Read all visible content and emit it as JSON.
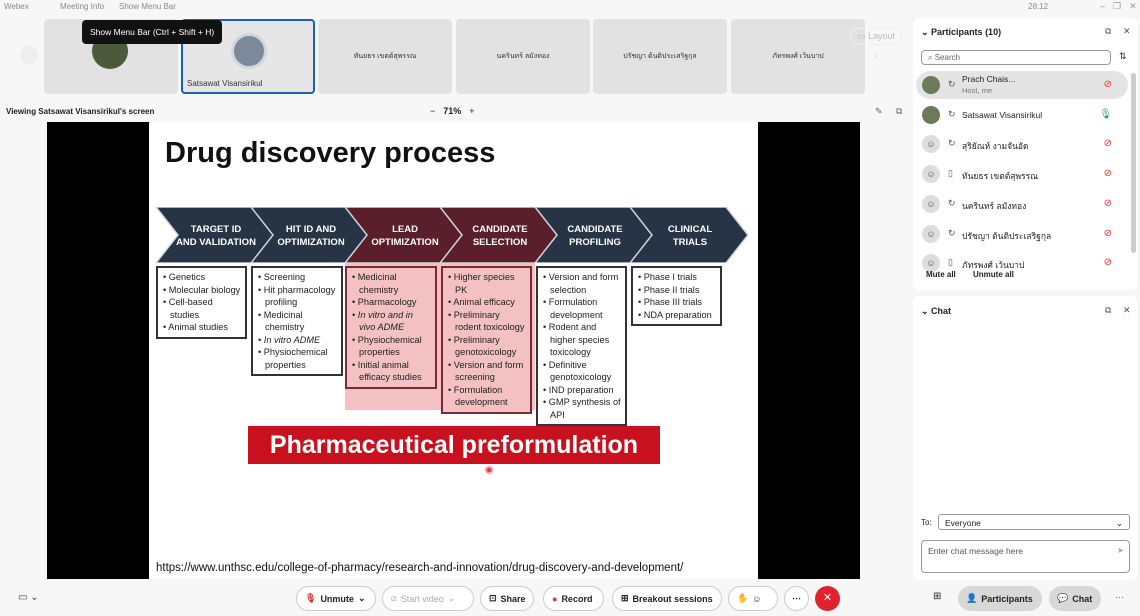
{
  "topbar": {
    "app": "Webex",
    "meeting_info": "Meeting Info",
    "show_menu_bar": "Show Menu Bar",
    "timer": "28:12"
  },
  "tooltip": "Show Menu Bar (Ctrl + Shift + H)",
  "tiles": [
    {
      "name": ""
    },
    {
      "name": "Satsawat Visansirikul"
    },
    {
      "name": "ทันยธร เขตต์สุพรรณ"
    },
    {
      "name": "นครินทร์ ลมังทอง"
    },
    {
      "name": "ปรัชญา ต้นติประเสริฐกุล"
    },
    {
      "name": "ภัทรพงศ์ เว้นบาป"
    }
  ],
  "layout_label": "Layout",
  "viewing": "Viewing Satsawat Visansirikul's screen",
  "zoom": "71%",
  "slide": {
    "title": "Drug discovery process",
    "stages": [
      {
        "label1": "TARGET ID",
        "label2": "AND VALIDATION",
        "highlight": false,
        "items": [
          "Genetics",
          "Molecular biology",
          "Cell-based studies",
          "Animal studies"
        ]
      },
      {
        "label1": "HIT ID AND",
        "label2": "OPTIMIZATION",
        "highlight": false,
        "items": [
          "Screening",
          "Hit pharmacology profiling",
          "Medicinal chemistry",
          "In vitro ADME",
          "Physiochemical properties"
        ]
      },
      {
        "label1": "LEAD",
        "label2": "OPTIMIZATION",
        "highlight": true,
        "items": [
          "Medicinal chemistry",
          "Pharmacology",
          "In vitro and in vivo ADME",
          "Physiochemical properties",
          "Initial animal efficacy studies"
        ]
      },
      {
        "label1": "CANDIDATE",
        "label2": "SELECTION",
        "highlight": true,
        "items": [
          "Higher species PK",
          "Animal efficacy",
          "Preliminary rodent toxicology",
          "Preliminary genotoxicology",
          "Version and form screening",
          "Formulation development"
        ]
      },
      {
        "label1": "CANDIDATE",
        "label2": "PROFILING",
        "highlight": false,
        "items": [
          "Version and form selection",
          "Formulation development",
          "Rodent and higher species toxicology",
          "Definitive genotoxicology",
          "IND preparation",
          "GMP synthesis of API"
        ]
      },
      {
        "label1": "CLINICAL",
        "label2": "TRIALS",
        "highlight": false,
        "items": [
          "Phase I trials",
          "Phase II trials",
          "Phase III trials",
          "NDA preparation"
        ]
      }
    ],
    "banner": "Pharmaceutical preformulation",
    "url": "https://www.unthsc.edu/college-of-pharmacy/research-and-innovation/drug-discovery-and-development/"
  },
  "participants": {
    "title": "Participants (10)",
    "search_placeholder": "Search",
    "list": [
      {
        "name": "Prach Chais...",
        "sub": "Host, me",
        "mic": "muted"
      },
      {
        "name": "Satsawat Visansirikul",
        "sub": "",
        "mic": "on"
      },
      {
        "name": "สุริยัณห์ งามจันอัด",
        "sub": "",
        "mic": "muted"
      },
      {
        "name": "ทันยธร เขตต์สุพรรณ",
        "sub": "",
        "mic": "muted"
      },
      {
        "name": "นครินทร์ ลมังทอง",
        "sub": "",
        "mic": "muted"
      },
      {
        "name": "ปรัชญา ต้นติประเสริฐกุล",
        "sub": "",
        "mic": "muted"
      },
      {
        "name": "ภัทรพงศ์ เว้นบาป",
        "sub": "",
        "mic": "muted"
      }
    ],
    "mute_all": "Mute all",
    "unmute_all": "Unmute all"
  },
  "chat": {
    "title": "Chat",
    "to_label": "To:",
    "to_value": "Everyone",
    "placeholder": "Enter chat message here"
  },
  "toolbar": {
    "unmute": "Unmute",
    "start_video": "Start video",
    "share": "Share",
    "record": "Record",
    "breakout": "Breakout sessions",
    "participants": "Participants",
    "chat": "Chat"
  },
  "colors": {
    "dark_chevron": "#263445",
    "lead_chevron": "#5a1f2b",
    "pink": "#f3c1c1",
    "banner": "#c8101e",
    "accent": "#1b5fb8",
    "end_call": "#e0212e"
  }
}
